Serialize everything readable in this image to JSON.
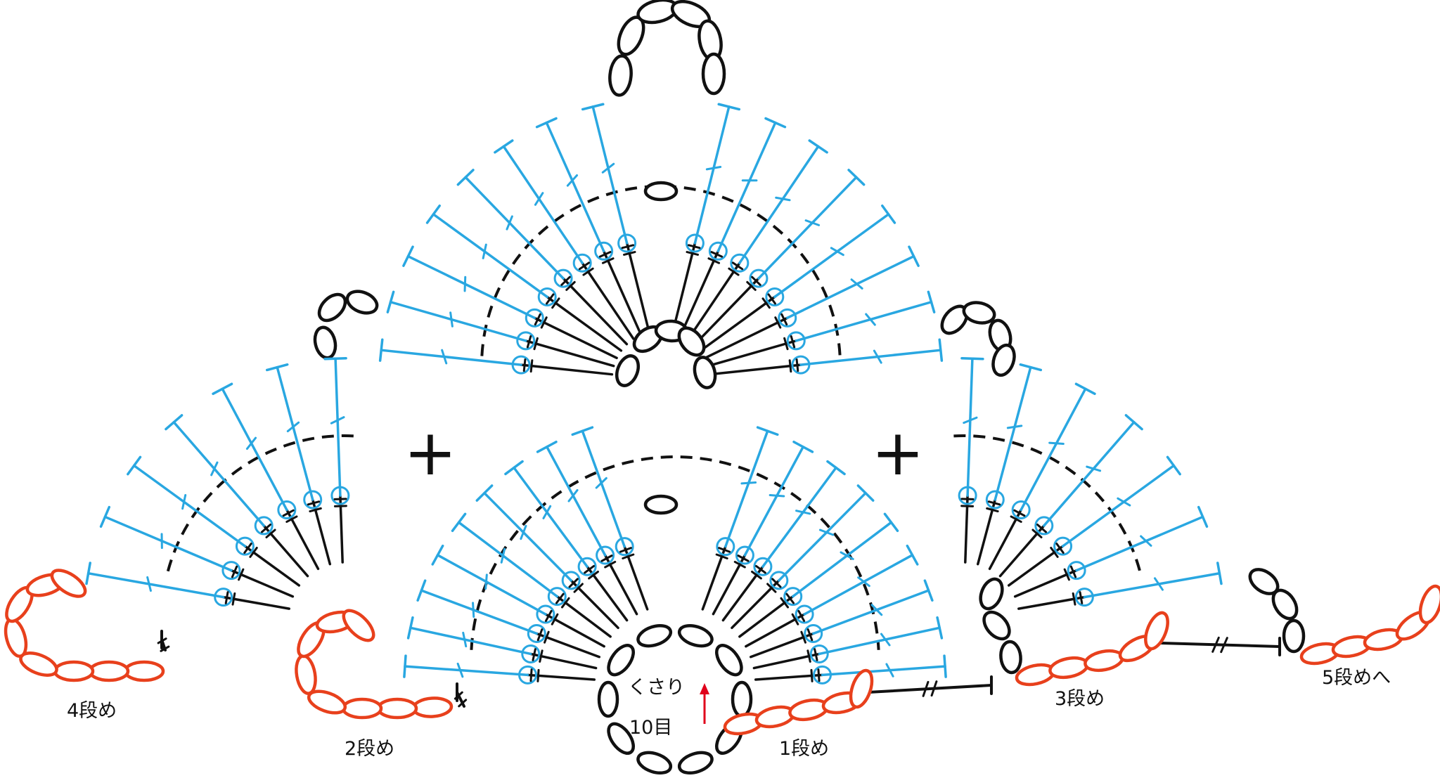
{
  "diagram": {
    "center_label_top": "くさり",
    "center_label_bottom": "10目",
    "row_labels": [
      "1段め",
      "2段め",
      "3段め",
      "4段め",
      "5段めへ"
    ],
    "plus_marks": [
      "+",
      "+"
    ],
    "colors": {
      "chain_black": "#111111",
      "chain_red": "#e8401c",
      "stitch_blue": "#29a7e1",
      "arrow_red": "#e0001b",
      "stitch_black": "#111111"
    },
    "legend_note": ""
  }
}
